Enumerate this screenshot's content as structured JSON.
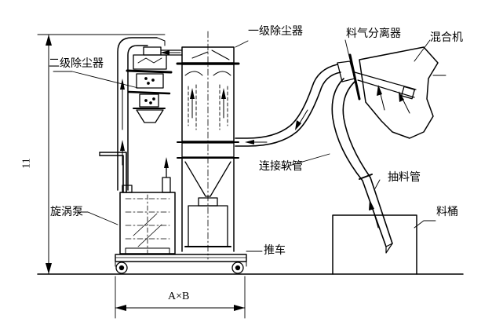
{
  "labels": {
    "primary_collector": "一级除尘器",
    "secondary_collector": "二级除尘器",
    "separator": "料气分离器",
    "mixer": "混合机",
    "hose": "连接软管",
    "suction_pipe": "抽料管",
    "vortex_pump": "旋涡泵",
    "bucket": "料桶",
    "cart": "推车"
  },
  "dimensions": {
    "height": "11",
    "footprint": "A×B"
  }
}
